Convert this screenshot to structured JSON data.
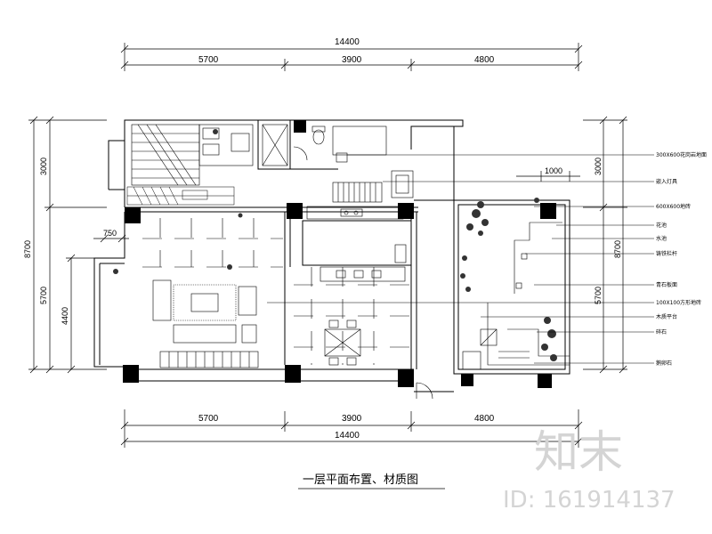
{
  "dimensions": {
    "top_total": "14400",
    "top_segments": [
      "5700",
      "3900",
      "4800"
    ],
    "bottom_segments": [
      "5700",
      "3900",
      "4800"
    ],
    "bottom_total": "14400",
    "left_outer": [
      "3000",
      "5700"
    ],
    "left_total": "8700",
    "left_inner": "4400",
    "left_small": "750",
    "right_outer": [
      "3000",
      "5700"
    ],
    "right_total": "8700",
    "right_inner": "1000"
  },
  "annotations": [
    "300X600花岗岩地面",
    "嵌入灯具",
    "600X600地砖",
    "花池",
    "水池",
    "铸铁栏杆",
    "青石板面",
    "100X100方形地砖",
    "木质平台",
    "碎石",
    "鹅卵石"
  ],
  "title": "一层平面布置、材质图",
  "watermark": {
    "brand": "知末",
    "id_text": "ID: 161914137"
  },
  "colors": {
    "ink": "#000000",
    "watermark": "#d4d4d4"
  }
}
